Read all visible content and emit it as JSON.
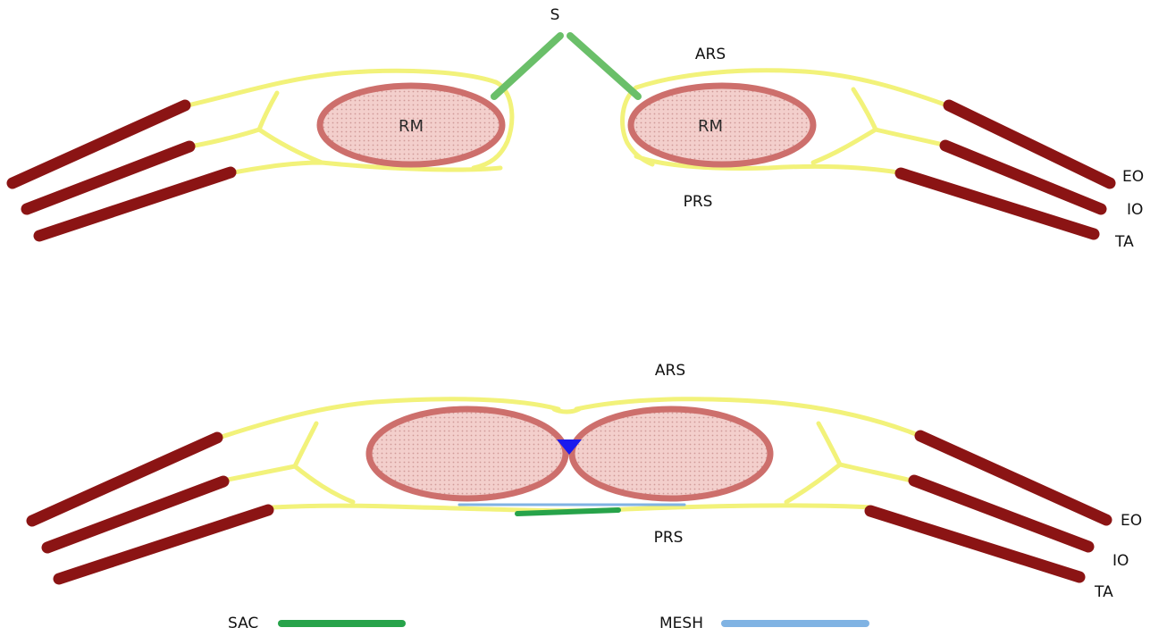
{
  "colors": {
    "sheath": "#f2f27a",
    "muscle": "#8b1414",
    "rectus_fill": "#f3cfcc",
    "rectus_stroke": "#cd6f6c",
    "suture": "#6abf69",
    "sac": "#27a34a",
    "mesh": "#80b3e3",
    "knot": "#1a1aee"
  },
  "top_panel": {
    "suture_label": "S",
    "anterior_sheath_label": "ARS",
    "posterior_sheath_label": "PRS",
    "rectus_left_label": "RM",
    "rectus_right_label": "RM",
    "external_oblique_label": "EO",
    "internal_oblique_label": "IO",
    "transversus_label": "TA"
  },
  "bottom_panel": {
    "anterior_sheath_label": "ARS",
    "posterior_sheath_label": "PRS",
    "external_oblique_label": "EO",
    "internal_oblique_label": "IO",
    "transversus_label": "TA"
  },
  "legend": {
    "sac_label": "SAC",
    "mesh_label": "MESH"
  }
}
